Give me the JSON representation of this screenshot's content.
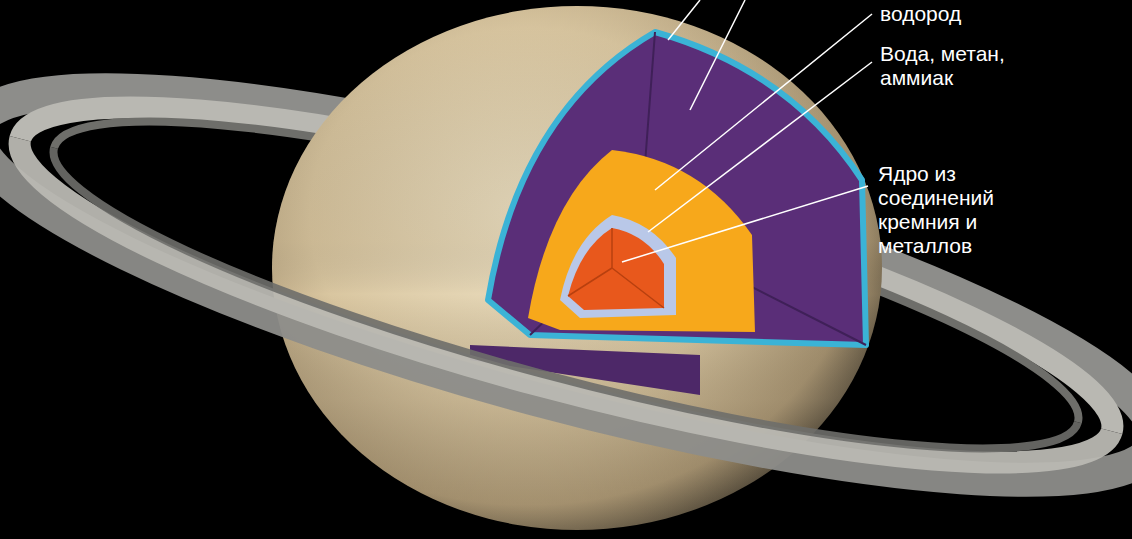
{
  "diagram": {
    "labels": [
      "водород",
      "Вода, метан, аммиак",
      "Ядро из соединений кремния и металлов"
    ]
  }
}
